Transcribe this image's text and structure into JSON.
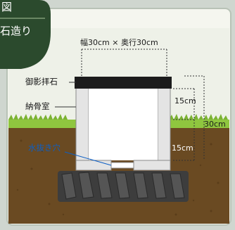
{
  "header": {
    "title_fragment": "図",
    "subtitle_fragment": "石造り"
  },
  "dimensions": {
    "top": "幅30cm × 奥行30cm",
    "upper_height": "15cm",
    "lower_height": "15cm",
    "total_height": "30cm"
  },
  "parts": {
    "cap_stone": "御影拝石",
    "chamber": "納骨室",
    "drain_hole": "水抜き穴"
  },
  "colors": {
    "header_green": "#2b4a2d",
    "grass": "#8fc63f",
    "soil": "#6a4a22",
    "gravel": "#3d3d3d",
    "stone": "#e4e4e4",
    "cap": "#1c1c1c",
    "accent_blue": "#0d5fc4"
  }
}
